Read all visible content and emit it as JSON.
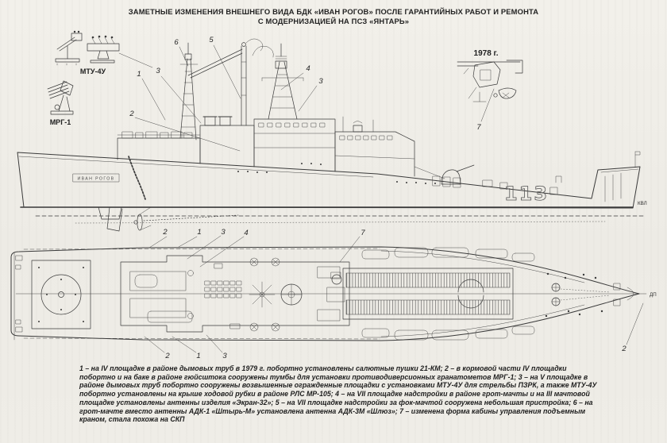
{
  "title": {
    "line1": "ЗАМЕТНЫЕ ИЗМЕНЕНИЯ ВНЕШНЕГО ВИДА БДК «ИВАН РОГОВ» ПОСЛЕ ГАРАНТИЙНЫХ РАБОТ И РЕМОНТА",
    "line2": "С МОДЕРНИЗАЦИЕЙ НА ПСЗ «ЯНТАРЬ»"
  },
  "insets": {
    "mtu4u": "МТУ-4У",
    "mrg1": "МРГ-1",
    "year1978": "1978 г."
  },
  "side_view": {
    "ship_name": "ИВАН РОГОВ",
    "hull_number": "113",
    "waterline": "КВЛ"
  },
  "plan_view": {
    "centerline": "ДП"
  },
  "callouts": {
    "side": [
      "2",
      "1",
      "3",
      "6",
      "5",
      "4",
      "3",
      "7"
    ],
    "plan_top": [
      "2",
      "1",
      "3",
      "4",
      "7"
    ],
    "plan_bottom": [
      "2",
      "1",
      "3"
    ],
    "plan_bow": "2"
  },
  "caption": "1 – на IV площадке в районе дымовых труб в 1979 г. побортно установлены салютные пушки 21-КМ; 2 – в кормовой части IV площадки побортно и на баке в районе гюйсштока сооружены тумбы для установки противодиверсионных гранатометов МРГ-1; 3 – на V площадке в районе дымовых труб побортно сооружены возвышенные огражденные площадки с установками МТУ-4У для стрельбы ПЗРК, а также МТУ-4У побортно установлены на крыше ходовой рубки в районе РЛС МР-105; 4 – на VII площадке надстройки в районе грот-мачты и на III мачтовой площадке установлены антенны изделия «Экран-32»; 5 – на VII площадке надстройки за фок-мачтой сооружена небольшая пристройка; 6 – на грот-мачте вместо антенны АДК-1 «Штырь-М» установлена антенна АДК-3М «Шлюз»; 7 – изменена форма кабины управления подъемным краном, стала похожа на СКП"
}
